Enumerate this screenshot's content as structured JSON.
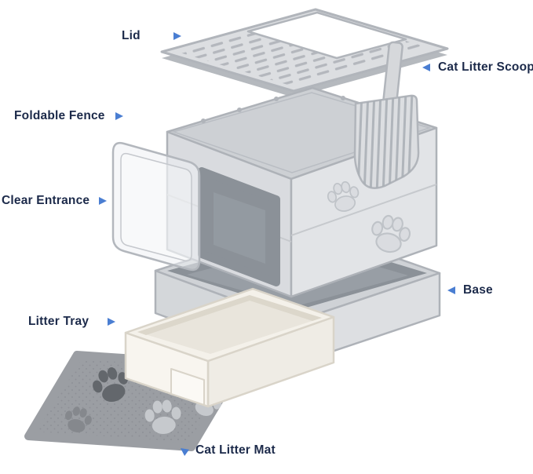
{
  "colors": {
    "background": "#ffffff",
    "label_text": "#1c2a4a",
    "arrow": "#4a7ed2",
    "product_light_gray": "#dcdee1",
    "product_mid_gray": "#cdd0d4",
    "product_dark_gray": "#8b9198",
    "tray_cream": "#f4f1ea",
    "mat_gray": "#9b9ea3"
  },
  "labels": [
    {
      "id": "lid",
      "text": "Lid",
      "arrow_direction": "right"
    },
    {
      "id": "cat-litter-scoop",
      "text": "Cat Litter Scoop",
      "arrow_direction": "left"
    },
    {
      "id": "foldable-fence",
      "text": "Foldable Fence",
      "arrow_direction": "right"
    },
    {
      "id": "clear-entrance",
      "text": "Clear Entrance",
      "arrow_direction": "right"
    },
    {
      "id": "base",
      "text": "Base",
      "arrow_direction": "left"
    },
    {
      "id": "litter-tray",
      "text": "Litter Tray",
      "arrow_direction": "right"
    },
    {
      "id": "cat-litter-mat",
      "text": "Cat Litter Mat",
      "arrow_direction": "up-left"
    }
  ]
}
